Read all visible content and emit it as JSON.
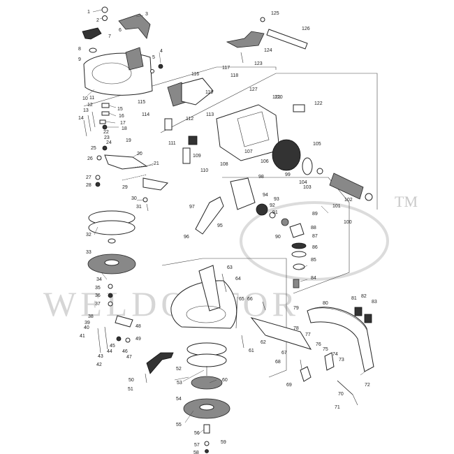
{
  "watermark": {
    "text": "WELDOCTOR",
    "trademark": "TM",
    "color": "#d6d6d6"
  },
  "part_numbers": [
    "1",
    "2",
    "3",
    "4",
    "5",
    "6",
    "7",
    "8",
    "9",
    "10",
    "11",
    "12",
    "13",
    "14",
    "15",
    "16",
    "17",
    "18",
    "19",
    "20",
    "21",
    "22",
    "23",
    "24",
    "25",
    "26",
    "27",
    "28",
    "29",
    "30",
    "31",
    "32",
    "33",
    "34",
    "35",
    "36",
    "37",
    "38",
    "39",
    "40",
    "41",
    "42",
    "43",
    "44",
    "45",
    "46",
    "47",
    "48",
    "49",
    "50",
    "51",
    "52",
    "53",
    "54",
    "55",
    "56",
    "57",
    "58",
    "59",
    "60",
    "61",
    "62",
    "63",
    "64",
    "65",
    "66",
    "67",
    "68",
    "69",
    "70",
    "71",
    "72",
    "73",
    "74",
    "75",
    "76",
    "77",
    "78",
    "79",
    "80",
    "81",
    "82",
    "83",
    "84",
    "85",
    "86",
    "87",
    "88",
    "89",
    "90",
    "91",
    "92",
    "93",
    "94",
    "95",
    "96",
    "97",
    "98",
    "99",
    "100",
    "101",
    "102",
    "103",
    "104",
    "105",
    "106",
    "107",
    "108",
    "109",
    "110",
    "111",
    "112",
    "113",
    "114",
    "115",
    "116",
    "117",
    "118",
    "119",
    "120",
    "121",
    "122",
    "123",
    "124",
    "125",
    "126",
    "127"
  ]
}
